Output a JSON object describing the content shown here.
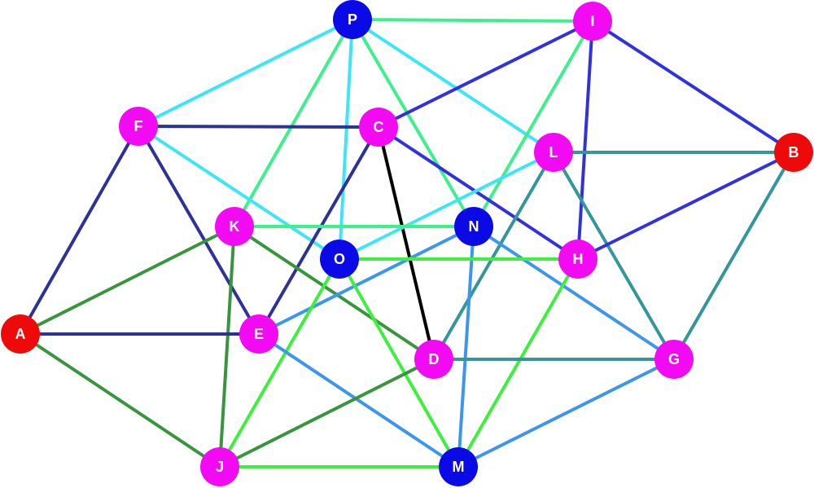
{
  "colors": {
    "background": "#ffffff",
    "node_red": "#ff0000",
    "node_magenta": "#ff00ff",
    "node_blue": "#0000ee",
    "label": "#ffffff"
  },
  "nodes": [
    {
      "id": "P",
      "label": "P",
      "color": "#0a0ae6"
    },
    {
      "id": "I",
      "label": "I",
      "color": "#f20af2"
    },
    {
      "id": "F",
      "label": "F",
      "color": "#f20af2"
    },
    {
      "id": "C",
      "label": "C",
      "color": "#f20af2"
    },
    {
      "id": "L",
      "label": "L",
      "color": "#f20af2"
    },
    {
      "id": "B",
      "label": "B",
      "color": "#ee0a0a"
    },
    {
      "id": "K",
      "label": "K",
      "color": "#f20af2"
    },
    {
      "id": "N",
      "label": "N",
      "color": "#0a0ae6"
    },
    {
      "id": "O",
      "label": "O",
      "color": "#0a0ae6"
    },
    {
      "id": "H",
      "label": "H",
      "color": "#f20af2"
    },
    {
      "id": "A",
      "label": "A",
      "color": "#ee0a0a"
    },
    {
      "id": "E",
      "label": "E",
      "color": "#f20af2"
    },
    {
      "id": "D",
      "label": "D",
      "color": "#f20af2"
    },
    {
      "id": "G",
      "label": "G",
      "color": "#f20af2"
    },
    {
      "id": "J",
      "label": "J",
      "color": "#f20af2"
    },
    {
      "id": "M",
      "label": "M",
      "color": "#0a0ae6"
    }
  ],
  "edges": [
    {
      "from": "P",
      "to": "I",
      "color": "#3cf08c"
    },
    {
      "from": "P",
      "to": "F",
      "color": "#3ce6f5"
    },
    {
      "from": "P",
      "to": "L",
      "color": "#3ce6f5"
    },
    {
      "from": "P",
      "to": "O",
      "color": "#3ce6f5"
    },
    {
      "from": "P",
      "to": "K",
      "color": "#3cf08c"
    },
    {
      "from": "P",
      "to": "N",
      "color": "#3cf08c"
    },
    {
      "from": "I",
      "to": "C",
      "color": "#3232dc"
    },
    {
      "from": "I",
      "to": "B",
      "color": "#3232dc"
    },
    {
      "from": "I",
      "to": "H",
      "color": "#3232dc"
    },
    {
      "from": "I",
      "to": "N",
      "color": "#3cf08c"
    },
    {
      "from": "F",
      "to": "C",
      "color": "#2d3296"
    },
    {
      "from": "F",
      "to": "A",
      "color": "#2d3296"
    },
    {
      "from": "F",
      "to": "E",
      "color": "#2d3296"
    },
    {
      "from": "F",
      "to": "O",
      "color": "#3ce6f5"
    },
    {
      "from": "C",
      "to": "E",
      "color": "#2d3296"
    },
    {
      "from": "C",
      "to": "D",
      "color": "#000000"
    },
    {
      "from": "C",
      "to": "H",
      "color": "#3232dc"
    },
    {
      "from": "L",
      "to": "B",
      "color": "#32969b"
    },
    {
      "from": "L",
      "to": "O",
      "color": "#3ce6f5"
    },
    {
      "from": "L",
      "to": "D",
      "color": "#32969b"
    },
    {
      "from": "L",
      "to": "G",
      "color": "#32969b"
    },
    {
      "from": "B",
      "to": "H",
      "color": "#3232dc"
    },
    {
      "from": "B",
      "to": "G",
      "color": "#32969b"
    },
    {
      "from": "K",
      "to": "N",
      "color": "#3cf08c"
    },
    {
      "from": "K",
      "to": "A",
      "color": "#37963c"
    },
    {
      "from": "K",
      "to": "J",
      "color": "#37963c"
    },
    {
      "from": "K",
      "to": "D",
      "color": "#37963c"
    },
    {
      "from": "N",
      "to": "E",
      "color": "#3c96eb"
    },
    {
      "from": "N",
      "to": "G",
      "color": "#3c96eb"
    },
    {
      "from": "N",
      "to": "M",
      "color": "#3c96eb"
    },
    {
      "from": "O",
      "to": "H",
      "color": "#3cf03c"
    },
    {
      "from": "O",
      "to": "J",
      "color": "#3cf03c"
    },
    {
      "from": "O",
      "to": "M",
      "color": "#3cf03c"
    },
    {
      "from": "H",
      "to": "M",
      "color": "#3cf03c"
    },
    {
      "from": "A",
      "to": "E",
      "color": "#2d3296"
    },
    {
      "from": "A",
      "to": "J",
      "color": "#37963c"
    },
    {
      "from": "E",
      "to": "M",
      "color": "#3c96eb"
    },
    {
      "from": "D",
      "to": "G",
      "color": "#32969b"
    },
    {
      "from": "D",
      "to": "J",
      "color": "#37963c"
    },
    {
      "from": "G",
      "to": "M",
      "color": "#3c96eb"
    },
    {
      "from": "J",
      "to": "M",
      "color": "#3cf03c"
    }
  ]
}
